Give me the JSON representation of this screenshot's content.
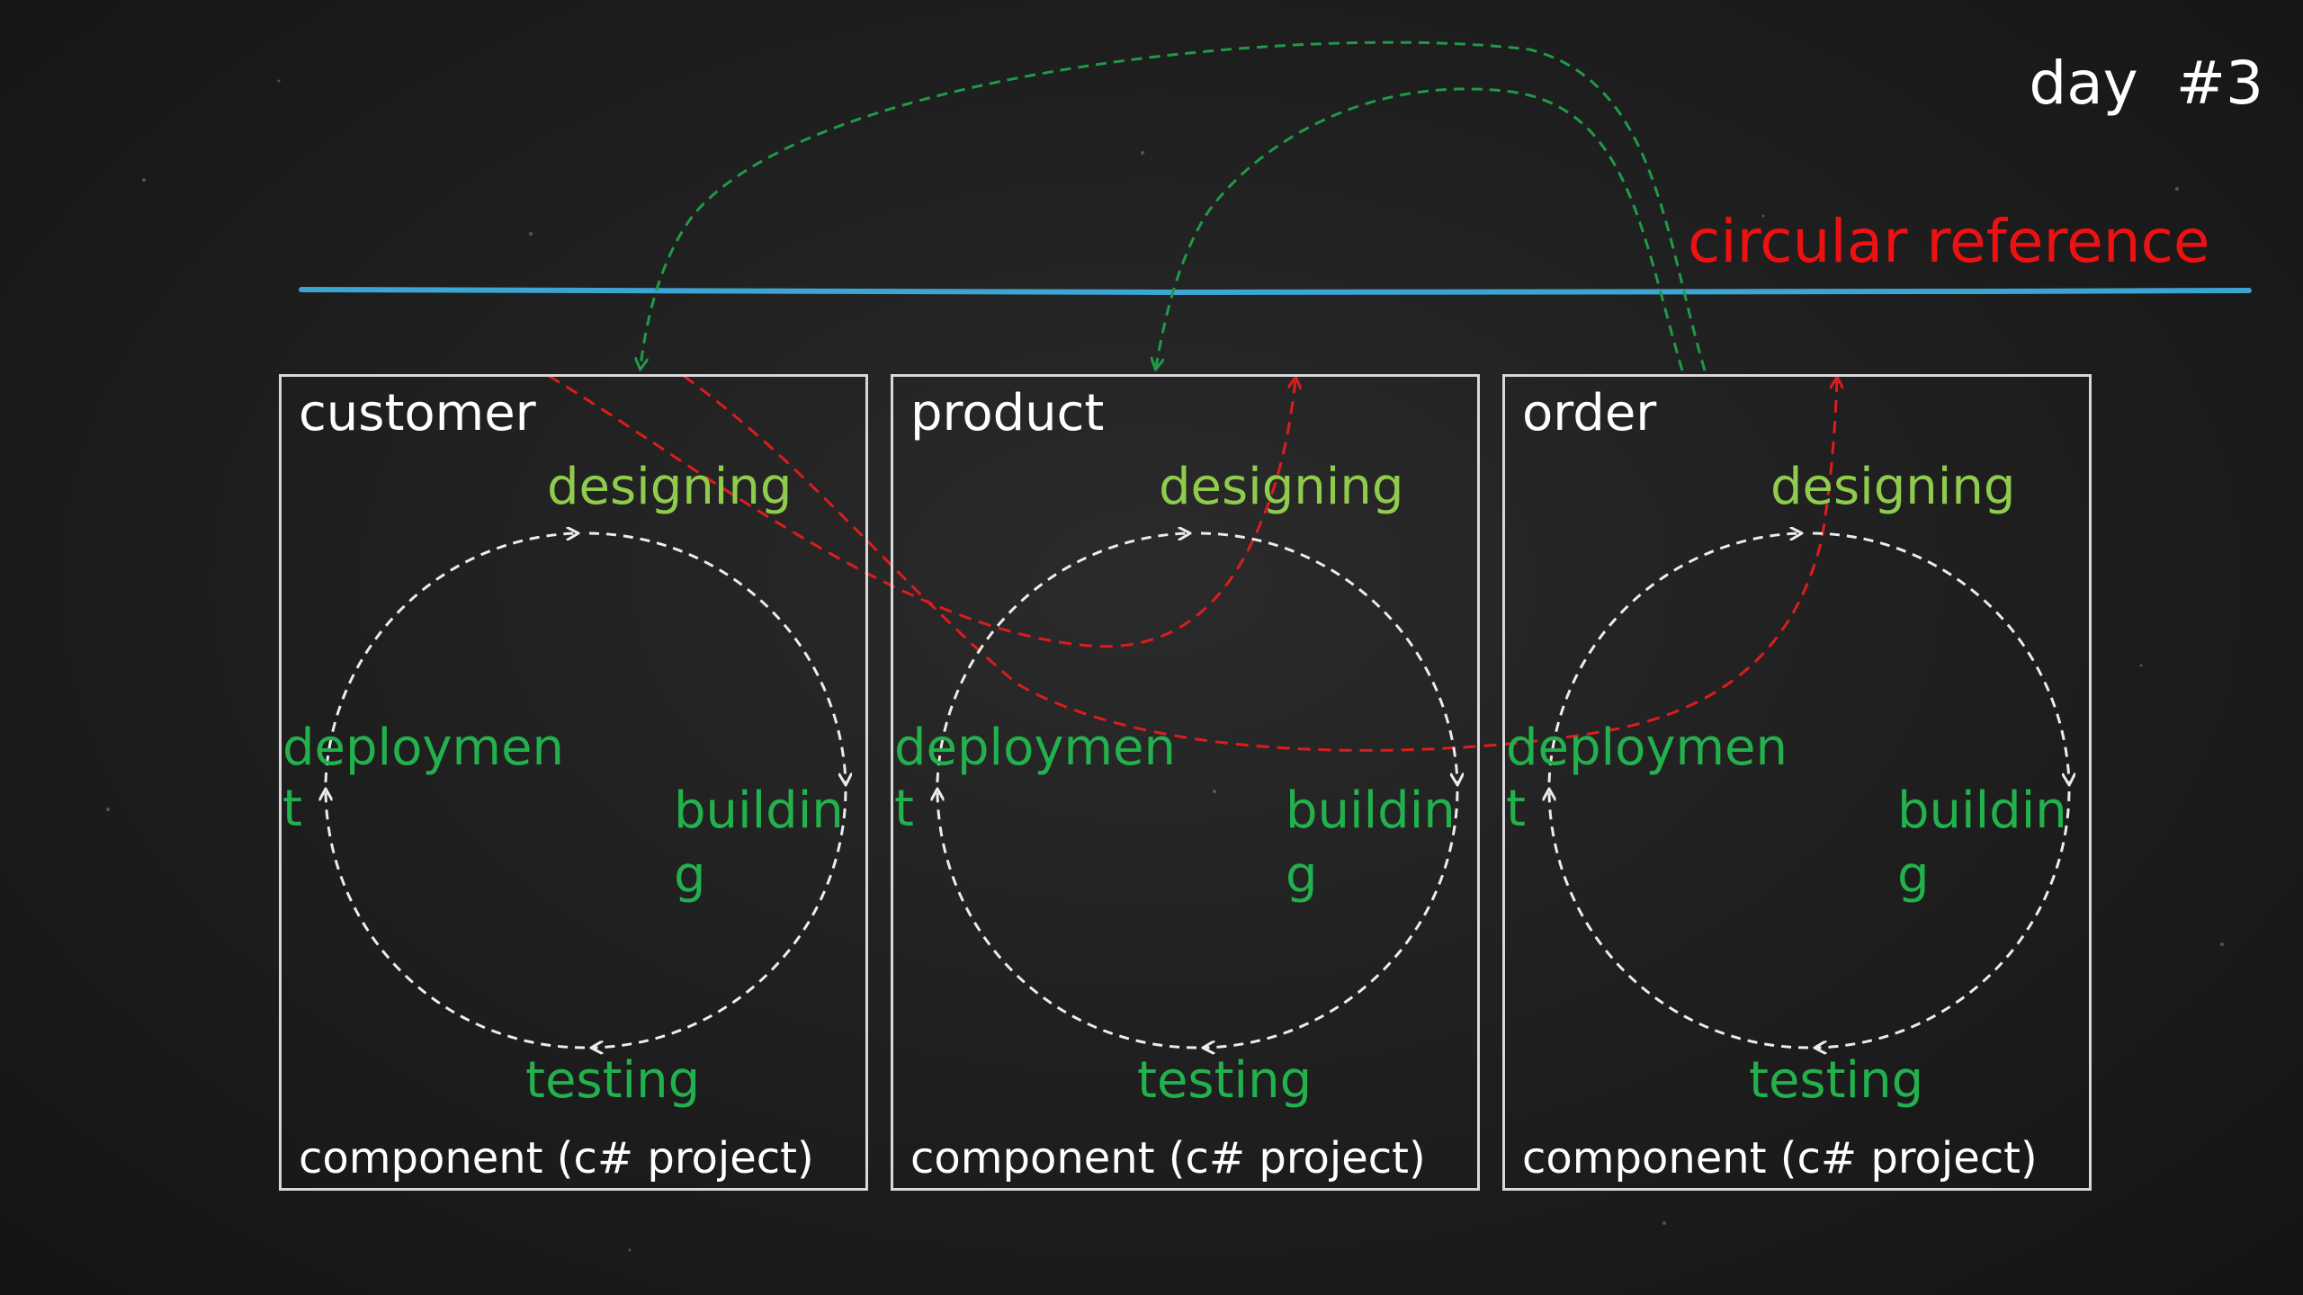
{
  "slide": {
    "title": "day  #3",
    "warning": "circular reference",
    "colors": {
      "background": "#1c1c1c",
      "divider": "#3fb4e6",
      "box_border": "#d8d8d8",
      "cycle_arrows": "#ececec",
      "phase_text": "#22b14c",
      "design_text": "#8fcc4e",
      "dependency_arrows": "#1f9a49",
      "circular_arrows": "#dd1c1c",
      "warning_text": "#ee1111"
    }
  },
  "components": [
    {
      "name": "customer",
      "caption": "component (c# project)",
      "phases": {
        "designing": "designing",
        "building_1": "buildin",
        "building_2": "g",
        "testing": "testing",
        "deployment_1": "deploymen",
        "deployment_2": "t"
      }
    },
    {
      "name": "product",
      "caption": "component (c# project)",
      "phases": {
        "designing": "designing",
        "building_1": "buildin",
        "building_2": "g",
        "testing": "testing",
        "deployment_1": "deploymen",
        "deployment_2": "t"
      }
    },
    {
      "name": "order",
      "caption": "component (c# project)",
      "phases": {
        "designing": "designing",
        "building_1": "buildin",
        "building_2": "g",
        "testing": "testing",
        "deployment_1": "deploymen",
        "deployment_2": "t"
      }
    }
  ]
}
